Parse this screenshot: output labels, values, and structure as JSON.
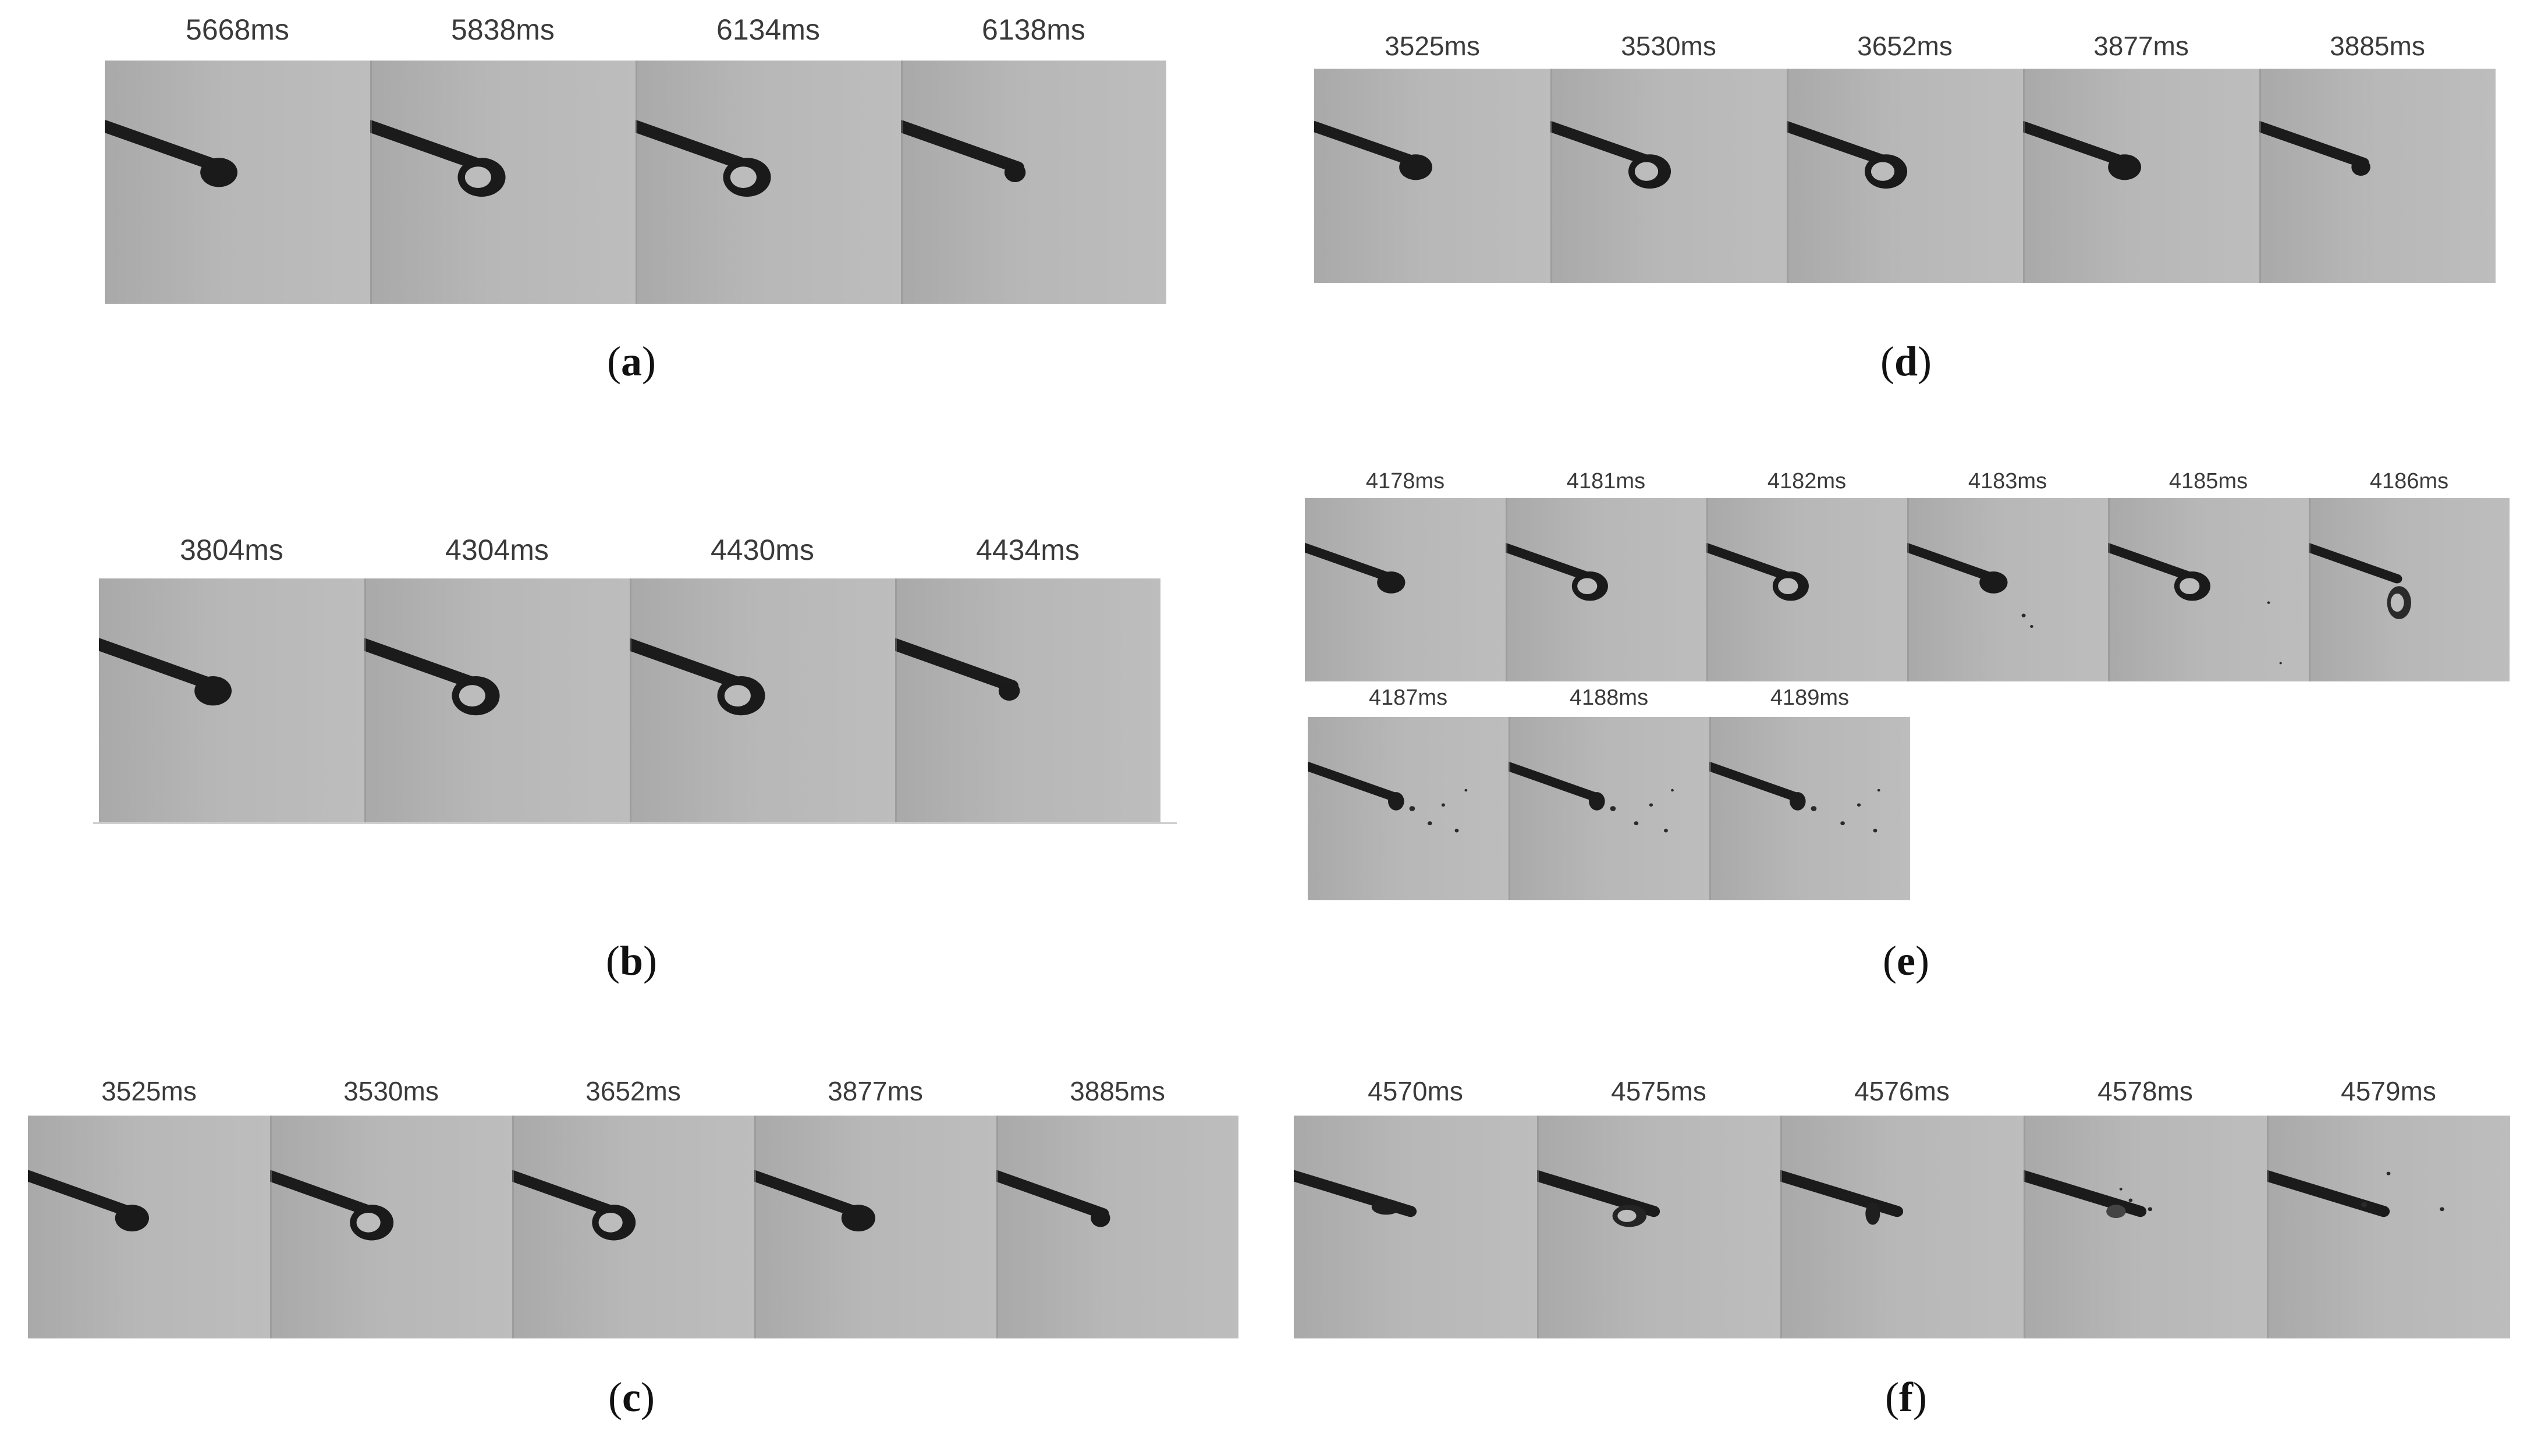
{
  "figure": {
    "panels": [
      {
        "id": "a",
        "label": "a",
        "timestamps": [
          "5668ms",
          "5838ms",
          "6134ms",
          "6138ms"
        ]
      },
      {
        "id": "b",
        "label": "b",
        "timestamps": [
          "3804ms",
          "4304ms",
          "4430ms",
          "4434ms"
        ]
      },
      {
        "id": "c",
        "label": "c",
        "timestamps": [
          "3525ms",
          "3530ms",
          "3652ms",
          "3877ms",
          "3885ms"
        ]
      },
      {
        "id": "d",
        "label": "d",
        "timestamps": [
          "3525ms",
          "3530ms",
          "3652ms",
          "3877ms",
          "3885ms"
        ]
      },
      {
        "id": "e",
        "label": "e",
        "timestamps": [
          "4178ms",
          "4181ms",
          "4182ms",
          "4183ms",
          "4185ms",
          "4186ms",
          "4187ms",
          "4188ms",
          "4189ms"
        ]
      },
      {
        "id": "f",
        "label": "f",
        "timestamps": [
          "4570ms",
          "4575ms",
          "4576ms",
          "4578ms",
          "4579ms"
        ]
      }
    ]
  }
}
